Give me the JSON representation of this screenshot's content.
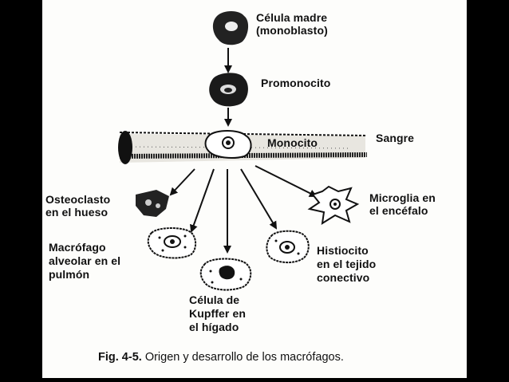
{
  "figure": {
    "caption_number": "Fig. 4-5.",
    "caption_text": "Origen y desarrollo de los macrófagos."
  },
  "labels": {
    "stem_cell": [
      "Célula madre",
      "(monoblasto)"
    ],
    "promonocyte": "Promonocito",
    "monocyte": "Monocito",
    "blood": "Sangre",
    "osteoclast": [
      "Osteoclasto",
      "en el hueso"
    ],
    "microglia": [
      "Microglia en",
      "el encéfalo"
    ],
    "alveolar": [
      "Macrófago",
      "alveolar en el",
      "pulmón"
    ],
    "histiocyte": [
      "Histiocito",
      "en el tejido",
      "conectivo"
    ],
    "kupffer": [
      "Célula de",
      "Kupffer en",
      "el hígado"
    ]
  },
  "colors": {
    "frame": "#000000",
    "paper": "#fdfdfb",
    "ink": "#111111"
  }
}
